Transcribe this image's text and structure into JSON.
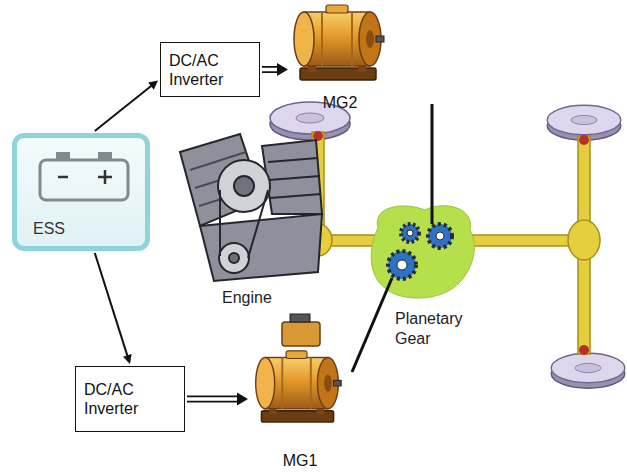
{
  "diagram": {
    "nodes": [
      {
        "text": [
          "DC/AC Inverter"
        ]
      },
      {
        "text": [
          "MG2"
        ]
      },
      {
        "text": [
          "ESS"
        ]
      },
      {
        "text": [
          "DC/AC Inverter"
        ]
      },
      {
        "text": [
          "MG1"
        ]
      }
    ],
    "edges": [
      {
        "from": 2,
        "to": 0,
        "arrow": "to"
      },
      {
        "from": 0,
        "to": 1,
        "arrow": "to"
      },
      {
        "from": 2,
        "to": 3,
        "arrow": "to"
      },
      {
        "from": 3,
        "to": 4,
        "arrow": "to"
      }
    ],
    "labels": [
      "Engine",
      "Planetary Gear"
    ]
  }
}
